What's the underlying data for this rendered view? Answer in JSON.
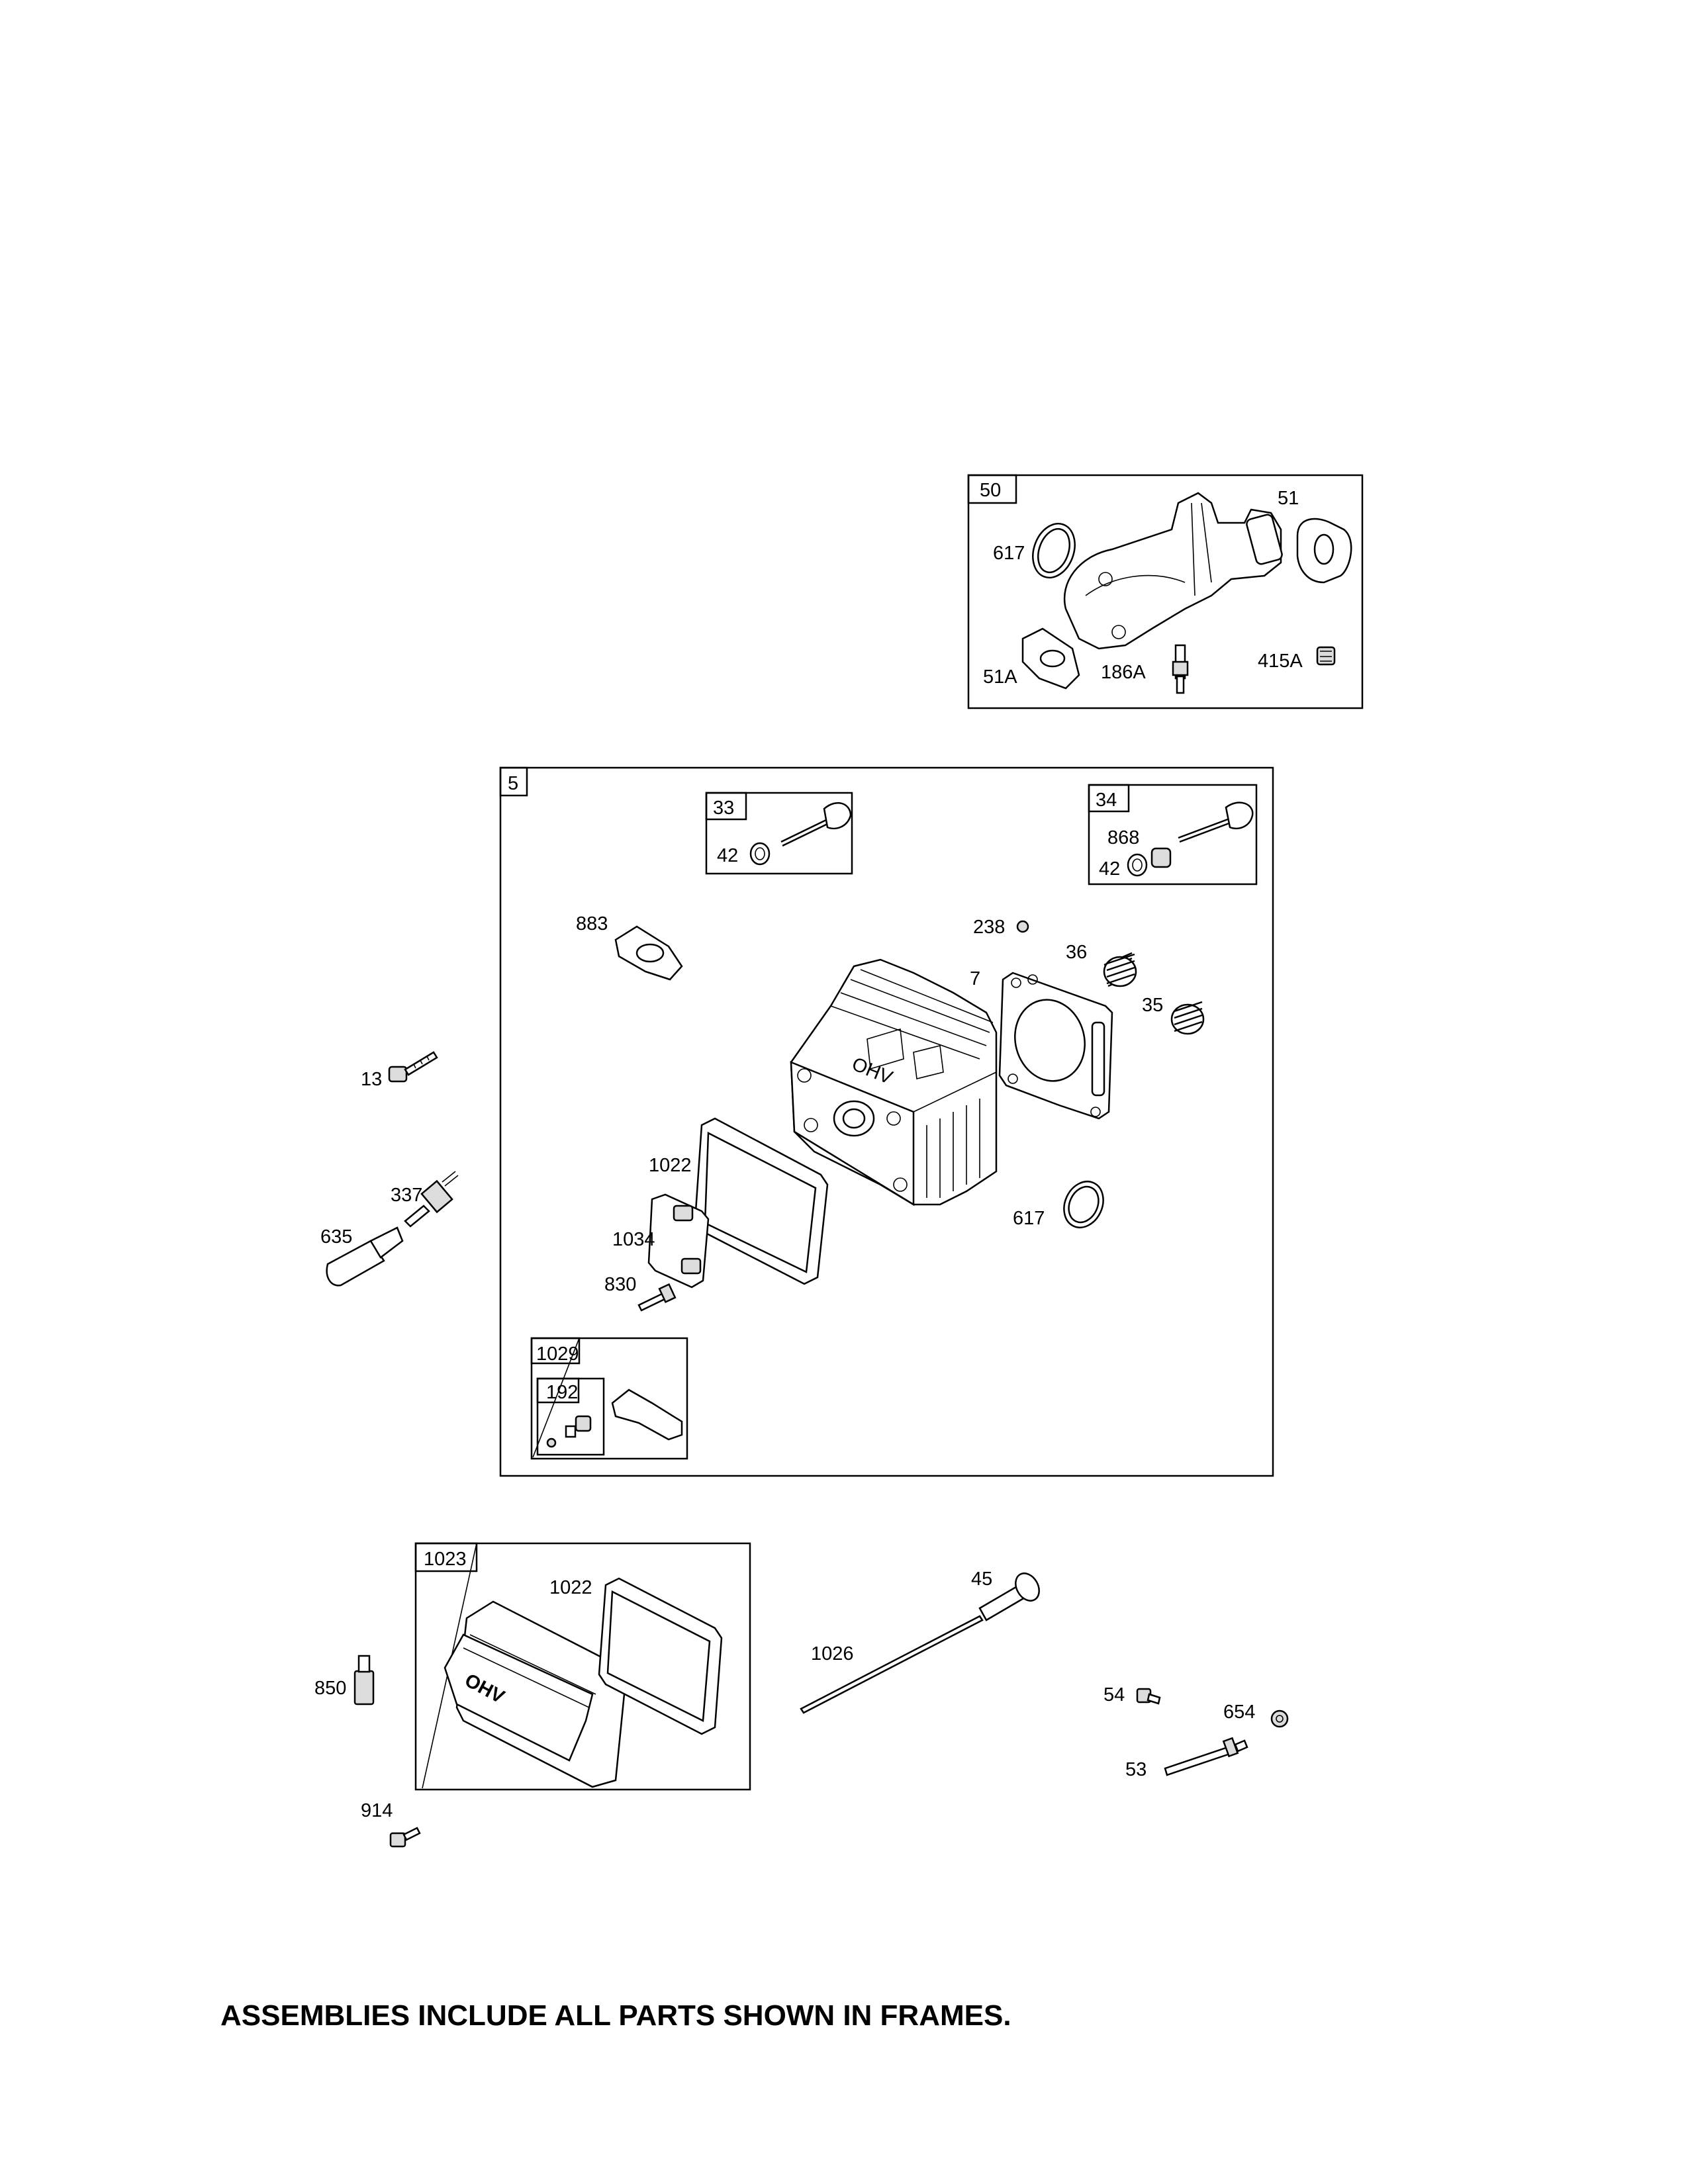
{
  "frames": {
    "f50": "50",
    "f5": "5",
    "f33": "33",
    "f34": "34",
    "f1029": "1029",
    "f192": "192",
    "f1023": "1023"
  },
  "labels": {
    "l51": "51",
    "l617a": "617",
    "l51a": "51A",
    "l186a": "186A",
    "l415a": "415A",
    "l42a": "42",
    "l868": "868",
    "l42b": "42",
    "l883": "883",
    "l238": "238",
    "l36": "36",
    "l7": "7",
    "l35": "35",
    "l13": "13",
    "l1022a": "1022",
    "l337": "337",
    "l635": "635",
    "l1034": "1034",
    "l617b": "617",
    "l830": "830",
    "l1022b": "1022",
    "l45": "45",
    "l1026": "1026",
    "l850": "850",
    "l54": "54",
    "l654": "654",
    "l53": "53",
    "l914": "914"
  },
  "cover_text": "OHV",
  "footer": "ASSEMBLIES INCLUDE ALL PARTS SHOWN IN FRAMES."
}
